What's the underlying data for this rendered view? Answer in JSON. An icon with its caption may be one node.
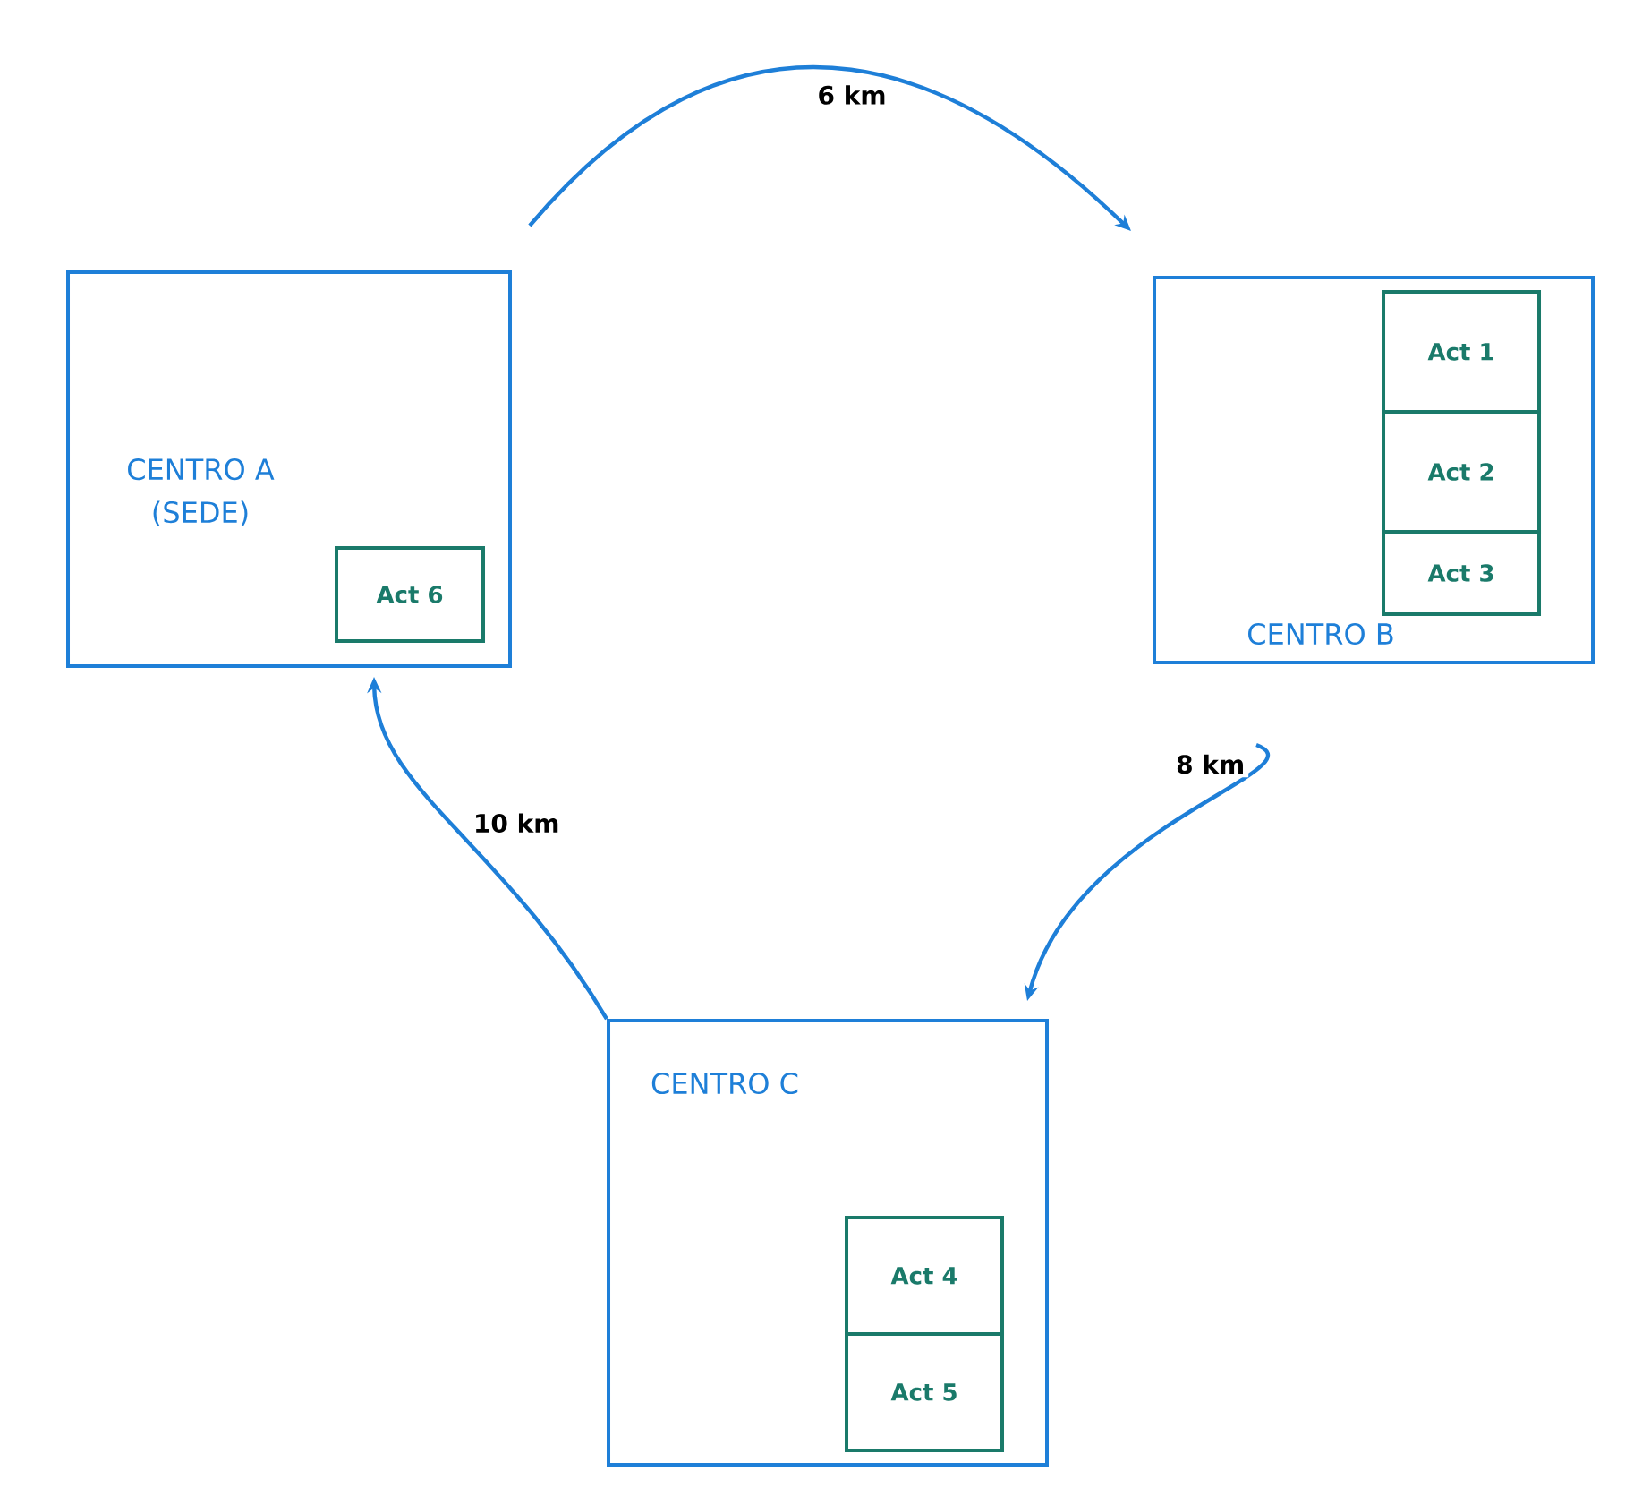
{
  "diagram": {
    "nodes": [
      {
        "text": [
          "CENTRO A (SEDE)"
        ]
      },
      {
        "text": [
          "Act 6"
        ],
        "in": 0
      },
      {
        "text": [
          "CENTRO B"
        ]
      },
      {
        "text": [
          "Act 1"
        ],
        "in": 2
      },
      {
        "text": [
          "Act 2"
        ],
        "in": 2
      },
      {
        "text": [
          "Act 3"
        ],
        "in": 2
      },
      {
        "text": [
          "CENTRO C"
        ]
      },
      {
        "text": [
          "Act 4"
        ],
        "in": 6
      },
      {
        "text": [
          "Act 5"
        ],
        "in": 6
      }
    ],
    "edges": [
      {
        "from": 0,
        "to": 2,
        "arrow": "to",
        "label": "6 km"
      },
      {
        "from": 2,
        "to": 6,
        "arrow": "to",
        "label": "8 km"
      },
      {
        "from": 6,
        "to": 0,
        "arrow": "to",
        "label": "10 km"
      }
    ]
  }
}
